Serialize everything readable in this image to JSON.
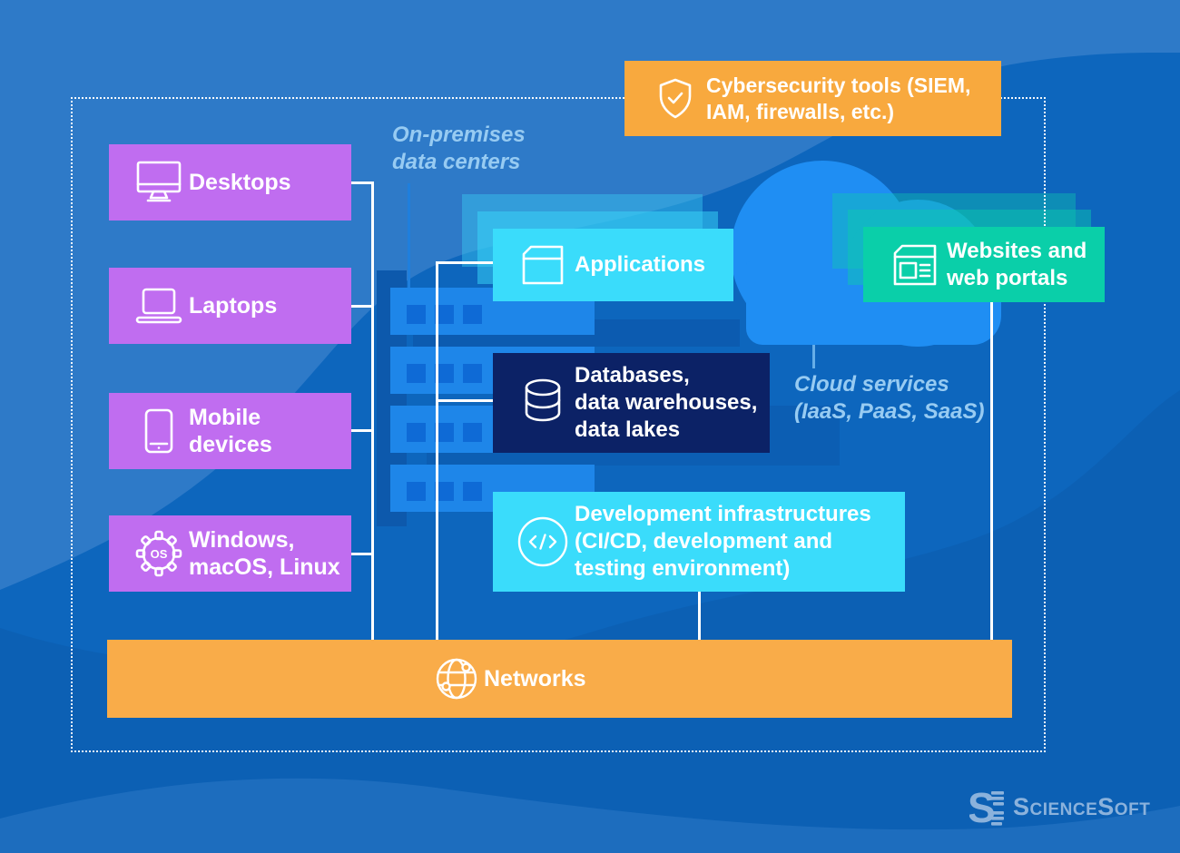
{
  "colors": {
    "background": "#0D66BD",
    "wave_light": "#2E7AC8",
    "wave_dark": "#0C60B4",
    "device_purple": "#C06DF0",
    "resource_cyan": "#3ADCFB",
    "database_navy": "#0C2266",
    "web_teal": "#0ACFA9",
    "security_orange": "#F8A93E",
    "network_orange": "#F9AC49",
    "cloud_blue": "#1F8EF3",
    "rack_blue": "#1E86E9",
    "rack_square_blue": "#0E6AD6",
    "area_label_blue": "#97CBF2",
    "logo_blue": "#8BB2DC",
    "connector_white": "#FFFFFF"
  },
  "devices": [
    {
      "label": "Desktops",
      "icon": "desktop-monitor-icon"
    },
    {
      "label": "Laptops",
      "icon": "laptop-icon"
    },
    {
      "label": "Mobile\ndevices",
      "icon": "smartphone-icon"
    },
    {
      "label": "Windows,\nmacOS, Linux",
      "icon": "os-gear-icon"
    }
  ],
  "os_text": "OS",
  "security": {
    "label": "Cybersecurity tools (SIEM,\nIAM, firewalls, etc.)",
    "icon": "shield-check-icon"
  },
  "area_labels": {
    "on_premises": "On-premises\ndata centers",
    "cloud_services": "Cloud services\n(IaaS, PaaS, SaaS)"
  },
  "resources": [
    {
      "label": "Applications",
      "icon": "app-window-icon"
    },
    {
      "label": "Databases,\ndata warehouses,\ndata lakes",
      "icon": "database-icon"
    },
    {
      "label": "Development infrastructures\n(CI/CD, development and\ntesting environment)",
      "icon": "code-icon"
    },
    {
      "label": "Websites and\nweb portals",
      "icon": "browser-icon"
    }
  ],
  "network": {
    "label": "Networks",
    "icon": "globe-network-icon"
  },
  "logo": {
    "text": "ScienceSoft"
  }
}
